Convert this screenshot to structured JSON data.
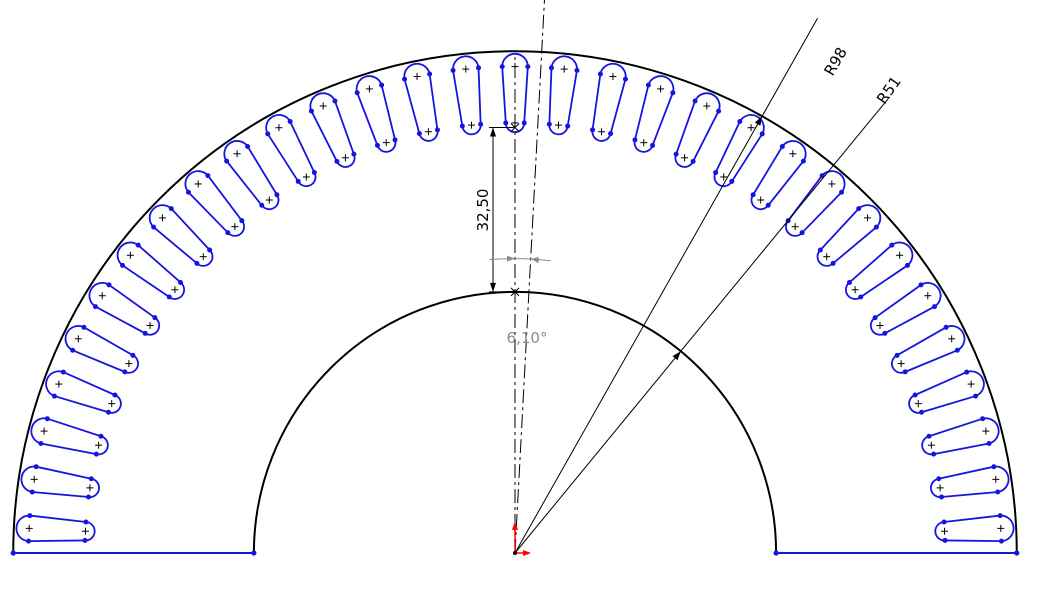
{
  "colors": {
    "background": "#ffffff",
    "geometry": "#000000",
    "slots": "#1515e0",
    "angle_dim": "#8a8a8a",
    "origin_x": "#ff0000",
    "origin_y": "#ff0000"
  },
  "dimensions": {
    "outer_radius": "R98",
    "inner_radius": "R51",
    "slot_depth": "32,50",
    "slot_angle": "6,10°"
  },
  "diagram": {
    "outer_r": 98,
    "inner_r": 51,
    "slot_count": 31,
    "slot_outer_r": 95,
    "slot_inner_r": 84,
    "slot_outer_width": 5.0,
    "slot_inner_width": 3.6
  }
}
